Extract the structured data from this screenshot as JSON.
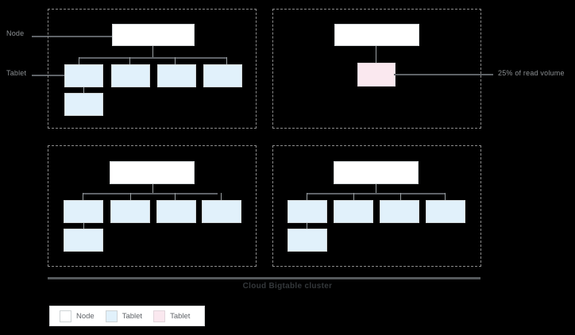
{
  "diagram": {
    "caption": "Cloud Bigtable cluster",
    "side_labels": {
      "node": "Node",
      "tablet": "Tablet"
    },
    "annotation": {
      "hot_tablet": "25% of read volume"
    },
    "colors": {
      "node_fill": "#ffffff",
      "tablet_fill": "#e1f1fb",
      "hot_tablet_fill": "#fae8ef",
      "box_border": "#cfd4d6",
      "connector": "#5f6368",
      "panel_border": "#8a8a8a",
      "label_text": "#8d9194",
      "caption_text": "#34383b",
      "background": "#000000"
    },
    "panels": [
      {
        "id": "top-left",
        "node_label": "",
        "tablet_row_1_count": 4,
        "tablet_row_2_count": 1,
        "has_hot_tablet": false
      },
      {
        "id": "top-right",
        "node_label": "",
        "tablet_row_1_count": 1,
        "tablet_row_2_count": 0,
        "has_hot_tablet": true
      },
      {
        "id": "bottom-left",
        "node_label": "",
        "tablet_row_1_count": 4,
        "tablet_row_2_count": 1,
        "has_hot_tablet": false
      },
      {
        "id": "bottom-right",
        "node_label": "",
        "tablet_row_1_count": 4,
        "tablet_row_2_count": 1,
        "has_hot_tablet": false
      }
    ]
  },
  "legend": {
    "items": [
      {
        "label": "Node",
        "swatch": "#ffffff"
      },
      {
        "label": "Tablet",
        "swatch": "#e1f1fb"
      },
      {
        "label": "Tablet",
        "swatch": "#fae8ef"
      }
    ]
  }
}
